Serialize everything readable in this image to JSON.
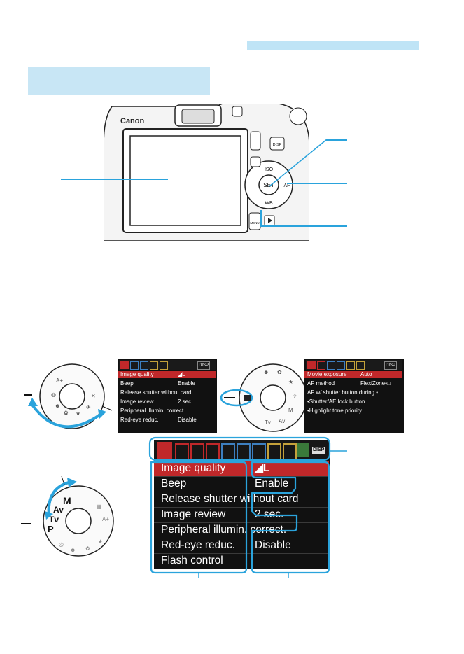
{
  "camera": {
    "brand": "Canon",
    "buttons": {
      "disp": "DISP",
      "iso": "ISO",
      "set": "SET",
      "af": "AF",
      "wb": "WB",
      "menu": "MENU"
    }
  },
  "menu_small_1": {
    "rows": [
      {
        "label": "Image quality",
        "value": "◢L"
      },
      {
        "label": "Beep",
        "value": "Enable"
      },
      {
        "label": "Release shutter without card",
        "value": ""
      },
      {
        "label": "Image review",
        "value": "2 sec."
      },
      {
        "label": "Peripheral illumin. correct.",
        "value": ""
      },
      {
        "label": "Red-eye reduc.",
        "value": "Disable"
      }
    ],
    "disp": "DISP"
  },
  "menu_small_2": {
    "rows": [
      {
        "label": "Movie exposure",
        "value": "Auto"
      },
      {
        "label": "AF method",
        "value": "FlexiZone•□"
      },
      {
        "label": "AF w/ shutter button during •",
        "value": ""
      },
      {
        "label": "•Shutter/AE lock button",
        "value": ""
      },
      {
        "label": "•Highlight tone priority",
        "value": ""
      }
    ],
    "disp": "DISP"
  },
  "menu_big": {
    "rows": [
      {
        "label": "Image quality",
        "value": "◢L"
      },
      {
        "label": "Beep",
        "value": "Enable"
      },
      {
        "label": "Release shutter without card",
        "value": ""
      },
      {
        "label": "Image review",
        "value": "2 sec."
      },
      {
        "label": "Peripheral illumin. correct.",
        "value": ""
      },
      {
        "label": "Red-eye reduc.",
        "value": "Disable"
      },
      {
        "label": "Flash control",
        "value": ""
      }
    ],
    "disp": "DISP"
  },
  "dial": {
    "modes": [
      "M",
      "Av",
      "Tv",
      "P"
    ]
  },
  "colors": {
    "accent": "#2aa3dc",
    "highlight": "#c0282a",
    "menu_bg": "#111111"
  }
}
